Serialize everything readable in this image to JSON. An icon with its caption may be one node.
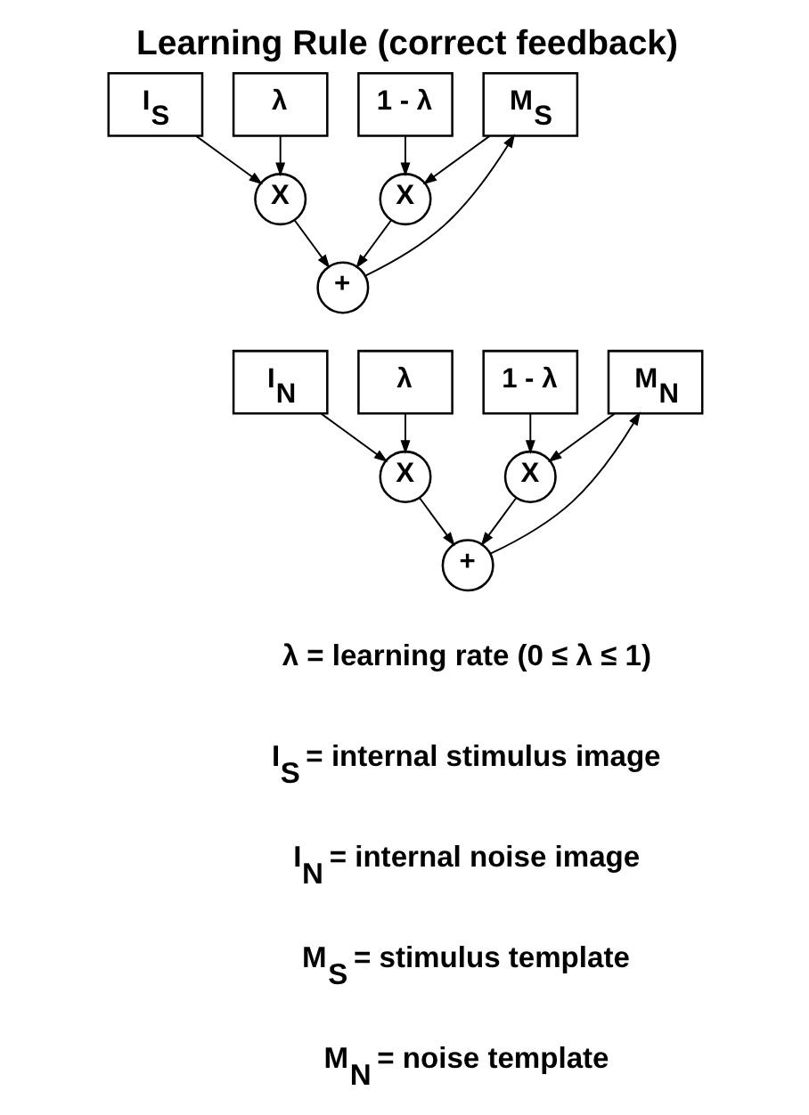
{
  "diagram": {
    "title": "Learning Rule (correct feedback)",
    "nodes": [
      {
        "text": [
          "I$_{S}$"
        ]
      },
      {
        "text": [
          "λ"
        ]
      },
      {
        "text": [
          "1 - λ"
        ]
      },
      {
        "text": [
          "M$_{S}$"
        ]
      },
      {
        "text": [
          "X"
        ]
      },
      {
        "text": [
          "X"
        ]
      },
      {
        "text": [
          "+"
        ]
      },
      {
        "text": [
          "I$_{N}$"
        ]
      },
      {
        "text": [
          "λ"
        ]
      },
      {
        "text": [
          "1 - λ"
        ]
      },
      {
        "text": [
          "M$_{N}$"
        ]
      },
      {
        "text": [
          "X"
        ]
      },
      {
        "text": [
          "X"
        ]
      },
      {
        "text": [
          "+"
        ]
      }
    ],
    "edges": [
      {
        "from": 0,
        "to": 4,
        "arrow": "to"
      },
      {
        "from": 1,
        "to": 4,
        "arrow": "to"
      },
      {
        "from": 2,
        "to": 5,
        "arrow": "to"
      },
      {
        "from": 3,
        "to": 5,
        "arrow": "to"
      },
      {
        "from": 4,
        "to": 6,
        "arrow": "to"
      },
      {
        "from": 5,
        "to": 6,
        "arrow": "to"
      },
      {
        "from": 6,
        "to": 3,
        "arrow": "to"
      },
      {
        "from": 7,
        "to": 11,
        "arrow": "to"
      },
      {
        "from": 8,
        "to": 11,
        "arrow": "to"
      },
      {
        "from": 9,
        "to": 12,
        "arrow": "to"
      },
      {
        "from": 10,
        "to": 12,
        "arrow": "to"
      },
      {
        "from": 11,
        "to": 13,
        "arrow": "to"
      },
      {
        "from": 12,
        "to": 13,
        "arrow": "to"
      },
      {
        "from": 13,
        "to": 10,
        "arrow": "to"
      }
    ],
    "labels": [
      "λ = learning rate (0 ≤ λ ≤ 1)",
      "I$_{S}$ = internal stimulus image",
      "I$_{N}$ = internal noise image",
      "M$_{S}$ = stimulus template",
      "M$_{N}$ = noise template"
    ]
  }
}
